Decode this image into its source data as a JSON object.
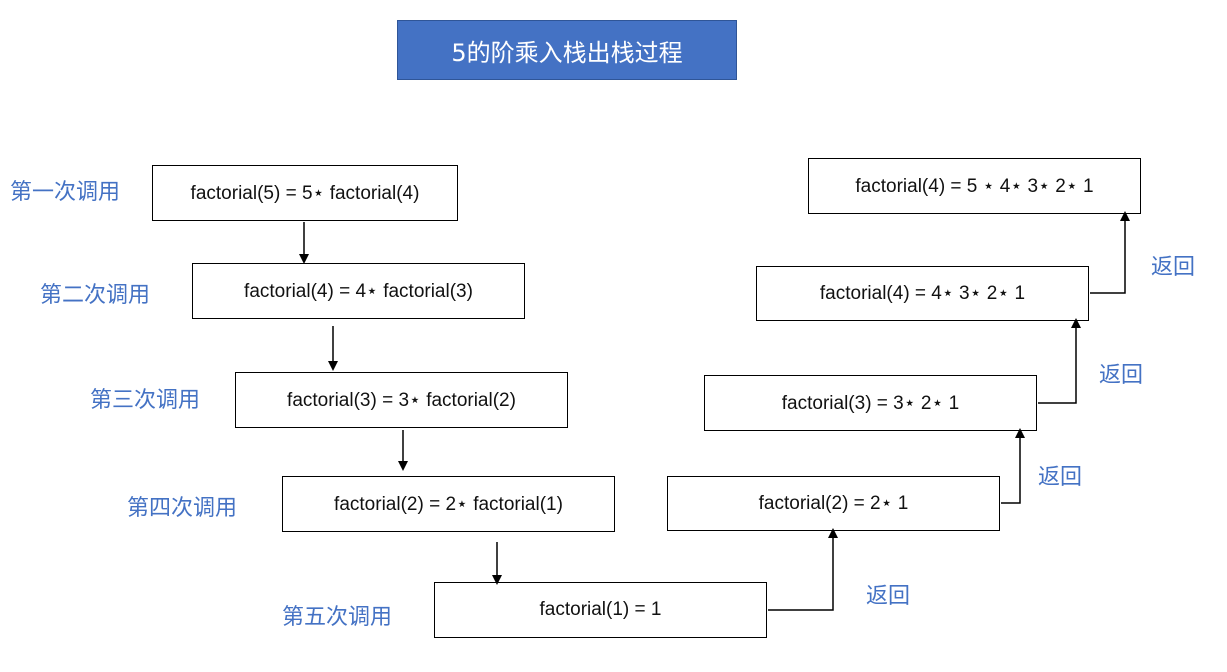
{
  "title": "5的阶乘入栈出栈过程",
  "colors": {
    "accent": "#4472C4",
    "box_border": "#000000"
  },
  "push": {
    "labels": [
      "第一次调用",
      "第二次调用",
      "第三次调用",
      "第四次调用",
      "第五次调用"
    ],
    "boxes": [
      "factorial(5) = 5⋆ factorial(4)",
      "factorial(4) = 4⋆ factorial(3)",
      "factorial(3) = 3⋆ factorial(2)",
      "factorial(2) = 2⋆ factorial(1)",
      "factorial(1) = 1"
    ]
  },
  "pop": {
    "labels": [
      "返回",
      "返回",
      "返回",
      "返回"
    ],
    "boxes": [
      "factorial(2) = 2⋆ 1",
      "factorial(3) = 3⋆ 2⋆ 1",
      "factorial(4) = 4⋆ 3⋆ 2⋆ 1",
      "factorial(4) = 5 ⋆ 4⋆ 3⋆ 2⋆ 1"
    ]
  }
}
